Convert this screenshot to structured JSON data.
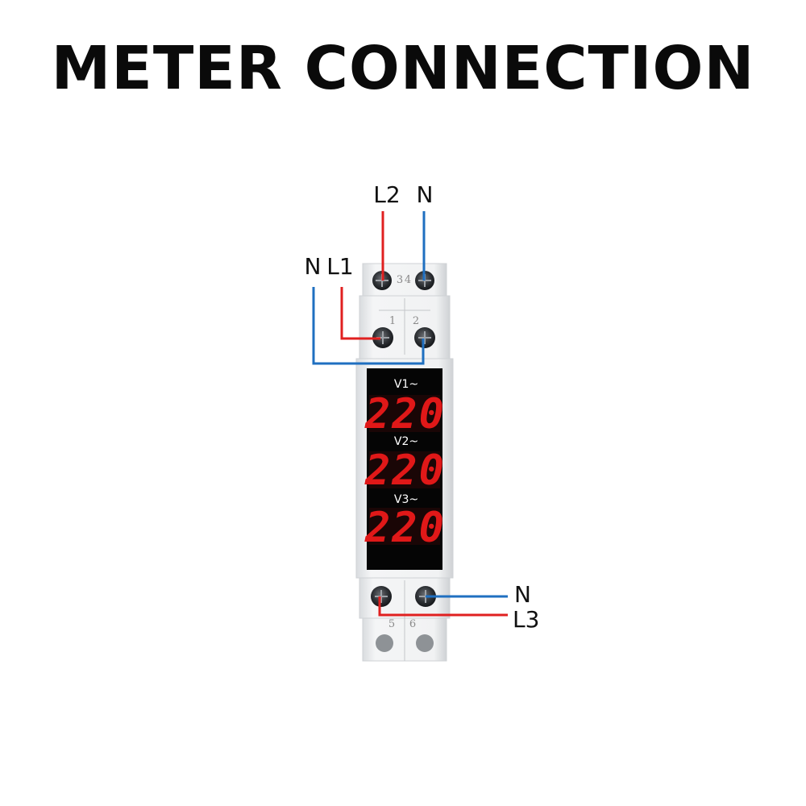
{
  "title": "METER CONNECTION",
  "labels": {
    "top_left_n": "N",
    "top_l1": "L1",
    "top_l2": "L2",
    "top_n": "N",
    "bottom_n": "N",
    "bottom_l3": "L3"
  },
  "terminal_numbers": {
    "t3": "3",
    "t4": "4",
    "t1": "1",
    "t2": "2",
    "t5": "5",
    "t6": "6"
  },
  "display": {
    "rows": [
      {
        "label": "V1~",
        "value": "220"
      },
      {
        "label": "V2~",
        "value": "220"
      },
      {
        "label": "V3~",
        "value": "220"
      }
    ]
  },
  "colors": {
    "live_wire": "#e02020",
    "neutral_wire": "#1f6fc0",
    "housing": "#eef0f2",
    "display_bg": "#050505",
    "digit": "#e01818"
  }
}
